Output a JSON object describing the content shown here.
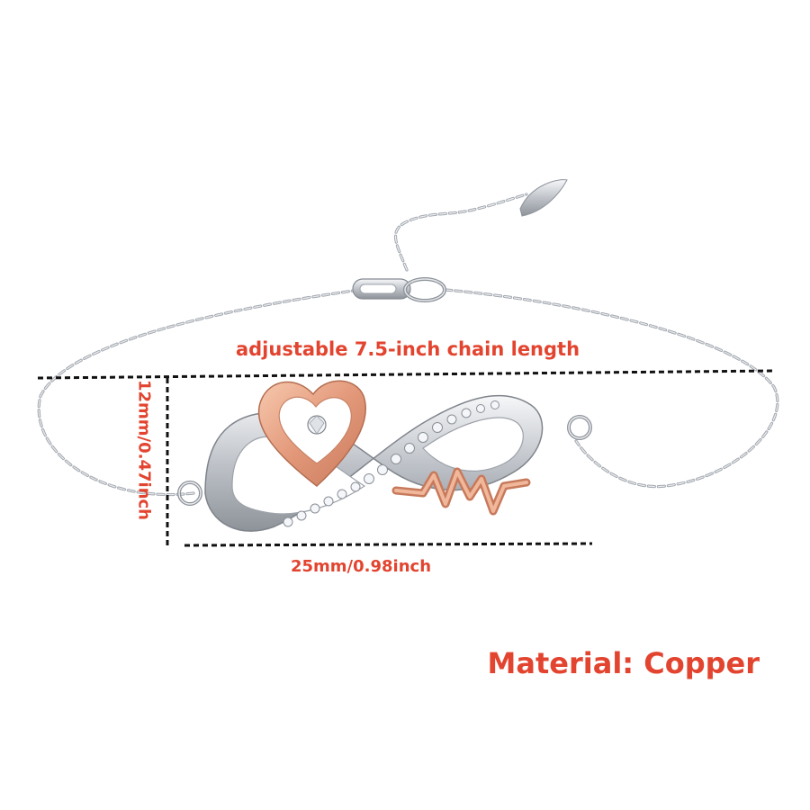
{
  "colors": {
    "annotation": "#e2442f",
    "guide": "#111111",
    "silver": "#c9ccd2",
    "rose_gold": "#e9a27f"
  },
  "product": {
    "name_icon": "infinity-heartbeat-bracelet-icon"
  },
  "annotations": {
    "chain_length": "adjustable 7.5-inch chain length",
    "width": "25mm/0.98inch",
    "height": "12mm/0.47inch",
    "material": "Material: Copper"
  }
}
